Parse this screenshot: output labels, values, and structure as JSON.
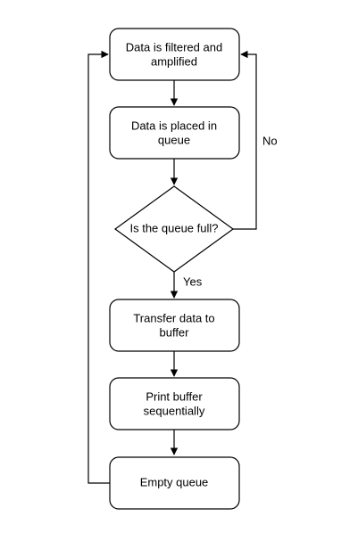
{
  "diagram": {
    "nodes": [
      {
        "id": "filter",
        "shape": "rounded-rect",
        "lines": [
          "Data is filtered and",
          "amplified"
        ]
      },
      {
        "id": "place",
        "shape": "rounded-rect",
        "lines": [
          "Data is placed in",
          "queue"
        ]
      },
      {
        "id": "decision",
        "shape": "diamond",
        "lines": [
          "Is the queue full?"
        ]
      },
      {
        "id": "transfer",
        "shape": "rounded-rect",
        "lines": [
          "Transfer data to",
          "buffer"
        ]
      },
      {
        "id": "print",
        "shape": "rounded-rect",
        "lines": [
          "Print buffer",
          "sequentially"
        ]
      },
      {
        "id": "empty",
        "shape": "rounded-rect",
        "lines": [
          "Empty queue"
        ]
      }
    ],
    "edges": [
      {
        "from": "filter",
        "to": "place",
        "label": ""
      },
      {
        "from": "place",
        "to": "decision",
        "label": ""
      },
      {
        "from": "decision",
        "to": "transfer",
        "label": "Yes"
      },
      {
        "from": "decision",
        "to": "filter",
        "label": "No"
      },
      {
        "from": "transfer",
        "to": "print",
        "label": ""
      },
      {
        "from": "print",
        "to": "empty",
        "label": ""
      },
      {
        "from": "empty",
        "to": "filter",
        "label": ""
      }
    ]
  }
}
